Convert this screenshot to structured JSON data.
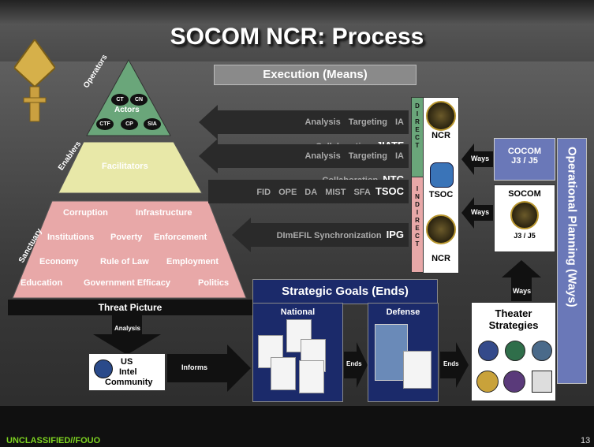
{
  "title": "SOCOM NCR: Process",
  "execution_header": "Execution (Means)",
  "pyramid": {
    "operators_label": "Operators",
    "actors_label": "Actors",
    "actor_ovals": [
      "CT",
      "CN",
      "CTF",
      "CP",
      "SIA"
    ],
    "enablers_label": "Enablers",
    "facilitators_label": "Facilitators",
    "sanctuary_label": "Sanctuary",
    "sanctuary_items": [
      "Corruption",
      "Infrastructure",
      "Institutions",
      "Poverty",
      "Enforcement",
      "Economy",
      "Rule of Law",
      "Employment",
      "Education",
      "Government Efficacy",
      "Politics"
    ],
    "threat_picture": "Threat Picture"
  },
  "rows": [
    {
      "items": [
        "Analysis",
        "Targeting",
        "IA Collaboration"
      ],
      "end": "JIATF"
    },
    {
      "items": [
        "Analysis",
        "Targeting",
        "IA Collaboration"
      ],
      "end": "NTC"
    },
    {
      "items": [
        "FID",
        "OPE",
        "DA",
        "MIST",
        "SFA"
      ],
      "end": "TSOC"
    },
    {
      "items": [
        "DImEFIL Synchronization"
      ],
      "end": "IPG"
    }
  ],
  "direct_label": "DIRECT",
  "indirect_label": "INDIRECT",
  "ncr_label_1": "NCR",
  "tsoc_label": "TSOC",
  "ncr_label_2": "NCR",
  "ways_label": "Ways",
  "cocom": {
    "line1": "COCOM",
    "line2": "J3 / J5"
  },
  "socom": {
    "line1": "SOCOM",
    "line2": "J3 / J5"
  },
  "operational_planning": "Operational Planning (Ways)",
  "strategic_goals": "Strategic Goals (Ends)",
  "national_label": "National",
  "defense_label": "Defense",
  "ends_label": "Ends",
  "theater_strategies": {
    "line1": "Theater",
    "line2": "Strategies"
  },
  "analysis_label": "Analysis",
  "us_intel": {
    "line1": "US",
    "line2": "Intel",
    "line3": "Community"
  },
  "informs_label": "Informs",
  "classification": "UNCLASSIFIED//FOUO",
  "page_number": "13",
  "colors": {
    "operators": "#6aa67a",
    "enablers": "#e8e8a8",
    "sanctuary": "#e8a8a8",
    "strategic": "#1b2a6a",
    "op_planning": "#6a78b8"
  }
}
